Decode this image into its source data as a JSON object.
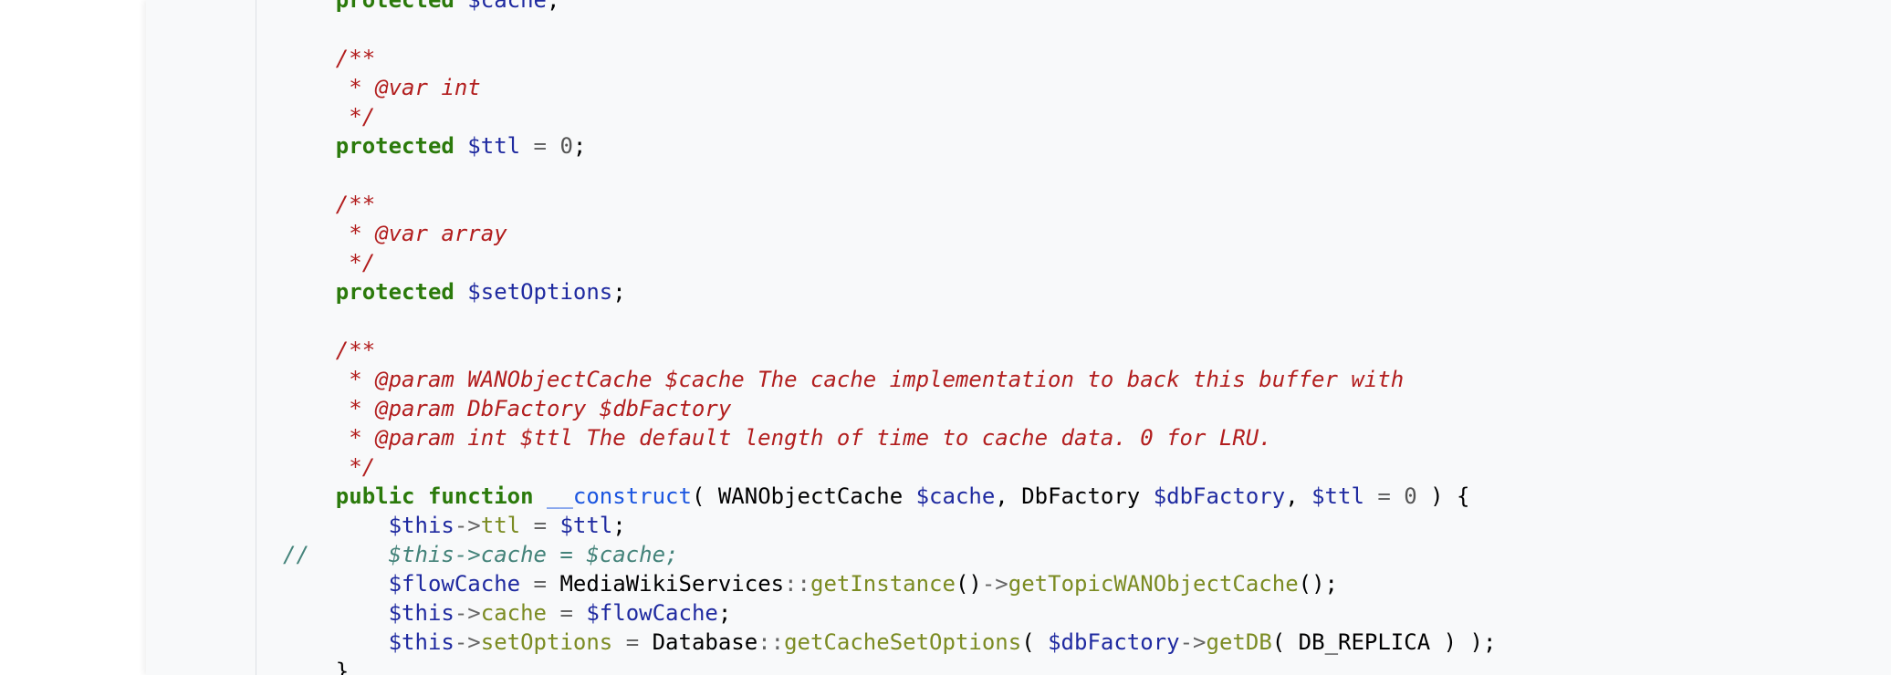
{
  "code": {
    "lines": [
      [
        {
          "t": "    ",
          "c": "plain"
        },
        {
          "t": "protected",
          "c": "kw"
        },
        {
          "t": " ",
          "c": "plain"
        },
        {
          "t": "$cache",
          "c": "var"
        },
        {
          "t": ";",
          "c": "plain"
        }
      ],
      [],
      [
        {
          "t": "    /**",
          "c": "cmt"
        }
      ],
      [
        {
          "t": "     * @var int",
          "c": "cmt"
        }
      ],
      [
        {
          "t": "     */",
          "c": "cmt"
        }
      ],
      [
        {
          "t": "    ",
          "c": "plain"
        },
        {
          "t": "protected",
          "c": "kw"
        },
        {
          "t": " ",
          "c": "plain"
        },
        {
          "t": "$ttl",
          "c": "var"
        },
        {
          "t": " ",
          "c": "plain"
        },
        {
          "t": "=",
          "c": "op"
        },
        {
          "t": " ",
          "c": "plain"
        },
        {
          "t": "0",
          "c": "num"
        },
        {
          "t": ";",
          "c": "plain"
        }
      ],
      [],
      [
        {
          "t": "    /**",
          "c": "cmt"
        }
      ],
      [
        {
          "t": "     * @var array",
          "c": "cmt"
        }
      ],
      [
        {
          "t": "     */",
          "c": "cmt"
        }
      ],
      [
        {
          "t": "    ",
          "c": "plain"
        },
        {
          "t": "protected",
          "c": "kw"
        },
        {
          "t": " ",
          "c": "plain"
        },
        {
          "t": "$setOptions",
          "c": "var"
        },
        {
          "t": ";",
          "c": "plain"
        }
      ],
      [],
      [
        {
          "t": "    /**",
          "c": "cmt"
        }
      ],
      [
        {
          "t": "     * @param WANObjectCache $cache The cache implementation to back this buffer with",
          "c": "cmt"
        }
      ],
      [
        {
          "t": "     * @param DbFactory $dbFactory",
          "c": "cmt"
        }
      ],
      [
        {
          "t": "     * @param int $ttl The default length of time to cache data. 0 for LRU.",
          "c": "cmt"
        }
      ],
      [
        {
          "t": "     */",
          "c": "cmt"
        }
      ],
      [
        {
          "t": "    ",
          "c": "plain"
        },
        {
          "t": "public",
          "c": "kw"
        },
        {
          "t": " ",
          "c": "plain"
        },
        {
          "t": "function",
          "c": "kw"
        },
        {
          "t": " ",
          "c": "plain"
        },
        {
          "t": "__construct",
          "c": "fn-def"
        },
        {
          "t": "( WANObjectCache ",
          "c": "plain"
        },
        {
          "t": "$cache",
          "c": "var"
        },
        {
          "t": ", DbFactory ",
          "c": "plain"
        },
        {
          "t": "$dbFactory",
          "c": "var"
        },
        {
          "t": ", ",
          "c": "plain"
        },
        {
          "t": "$ttl",
          "c": "var"
        },
        {
          "t": " ",
          "c": "plain"
        },
        {
          "t": "=",
          "c": "op"
        },
        {
          "t": " ",
          "c": "plain"
        },
        {
          "t": "0",
          "c": "num"
        },
        {
          "t": " ) {",
          "c": "plain"
        }
      ],
      [
        {
          "t": "        ",
          "c": "plain"
        },
        {
          "t": "$this",
          "c": "var"
        },
        {
          "t": "->",
          "c": "op"
        },
        {
          "t": "ttl",
          "c": "fn"
        },
        {
          "t": " ",
          "c": "plain"
        },
        {
          "t": "=",
          "c": "op"
        },
        {
          "t": " ",
          "c": "plain"
        },
        {
          "t": "$ttl",
          "c": "var"
        },
        {
          "t": ";",
          "c": "plain"
        }
      ],
      [
        {
          "t": "//      $this->cache = $cache;",
          "c": "lcmt"
        }
      ],
      [
        {
          "t": "        ",
          "c": "plain"
        },
        {
          "t": "$flowCache",
          "c": "var"
        },
        {
          "t": " ",
          "c": "plain"
        },
        {
          "t": "=",
          "c": "op"
        },
        {
          "t": " MediaWikiServices",
          "c": "plain"
        },
        {
          "t": "::",
          "c": "op"
        },
        {
          "t": "getInstance",
          "c": "fn"
        },
        {
          "t": "()",
          "c": "plain"
        },
        {
          "t": "->",
          "c": "op"
        },
        {
          "t": "getTopicWANObjectCache",
          "c": "fn"
        },
        {
          "t": "();",
          "c": "plain"
        }
      ],
      [
        {
          "t": "        ",
          "c": "plain"
        },
        {
          "t": "$this",
          "c": "var"
        },
        {
          "t": "->",
          "c": "op"
        },
        {
          "t": "cache",
          "c": "fn"
        },
        {
          "t": " ",
          "c": "plain"
        },
        {
          "t": "=",
          "c": "op"
        },
        {
          "t": " ",
          "c": "plain"
        },
        {
          "t": "$flowCache",
          "c": "var"
        },
        {
          "t": ";",
          "c": "plain"
        }
      ],
      [
        {
          "t": "        ",
          "c": "plain"
        },
        {
          "t": "$this",
          "c": "var"
        },
        {
          "t": "->",
          "c": "op"
        },
        {
          "t": "setOptions",
          "c": "fn"
        },
        {
          "t": " ",
          "c": "plain"
        },
        {
          "t": "=",
          "c": "op"
        },
        {
          "t": " Database",
          "c": "plain"
        },
        {
          "t": "::",
          "c": "op"
        },
        {
          "t": "getCacheSetOptions",
          "c": "fn"
        },
        {
          "t": "( ",
          "c": "plain"
        },
        {
          "t": "$dbFactory",
          "c": "var"
        },
        {
          "t": "->",
          "c": "op"
        },
        {
          "t": "getDB",
          "c": "fn"
        },
        {
          "t": "( DB_REPLICA ) );",
          "c": "plain"
        }
      ],
      [
        {
          "t": "    }",
          "c": "plain"
        }
      ]
    ]
  },
  "colors": {
    "keyword": "#2b7a0b",
    "variable": "#1f2aa0",
    "doc_comment": "#b21e1e",
    "line_comment": "#44837a",
    "function": "#7b8b22",
    "function_definition": "#1a55e0",
    "operator": "#666666",
    "number": "#555555",
    "panel_background": "#f8f9fa"
  }
}
